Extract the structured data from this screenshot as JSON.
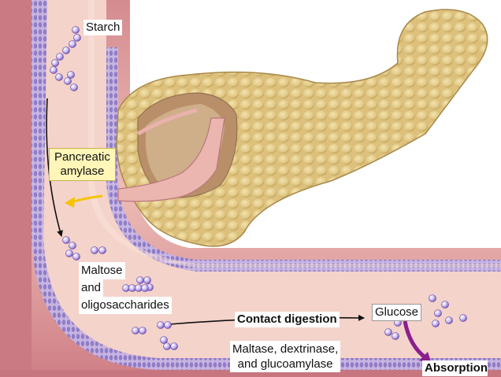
{
  "labels": {
    "starch": "Starch",
    "pancreatic_amylase": [
      "Pancreatic",
      "amylase"
    ],
    "maltose": [
      "Maltose",
      "and",
      "oligosaccharides"
    ],
    "contact_digestion": "Contact digestion",
    "glucose": "Glucose",
    "enzymes": [
      "Maltase, dextrinase,",
      "and glucoamylase"
    ],
    "absorption": "Absorption"
  },
  "colors": {
    "intestine_outer": "#d98f93",
    "intestine_inner": "#e8b3b0",
    "intestine_lumen": "#f3cfc8",
    "villi": "#9b8fd0",
    "pancreas": "#e2cc8a",
    "pancreas_dark": "#b99a4e",
    "enzyme_arrow": "#f5c400",
    "absorption_arrow": "#8a1f8e",
    "flow_arrow": "#111111"
  }
}
